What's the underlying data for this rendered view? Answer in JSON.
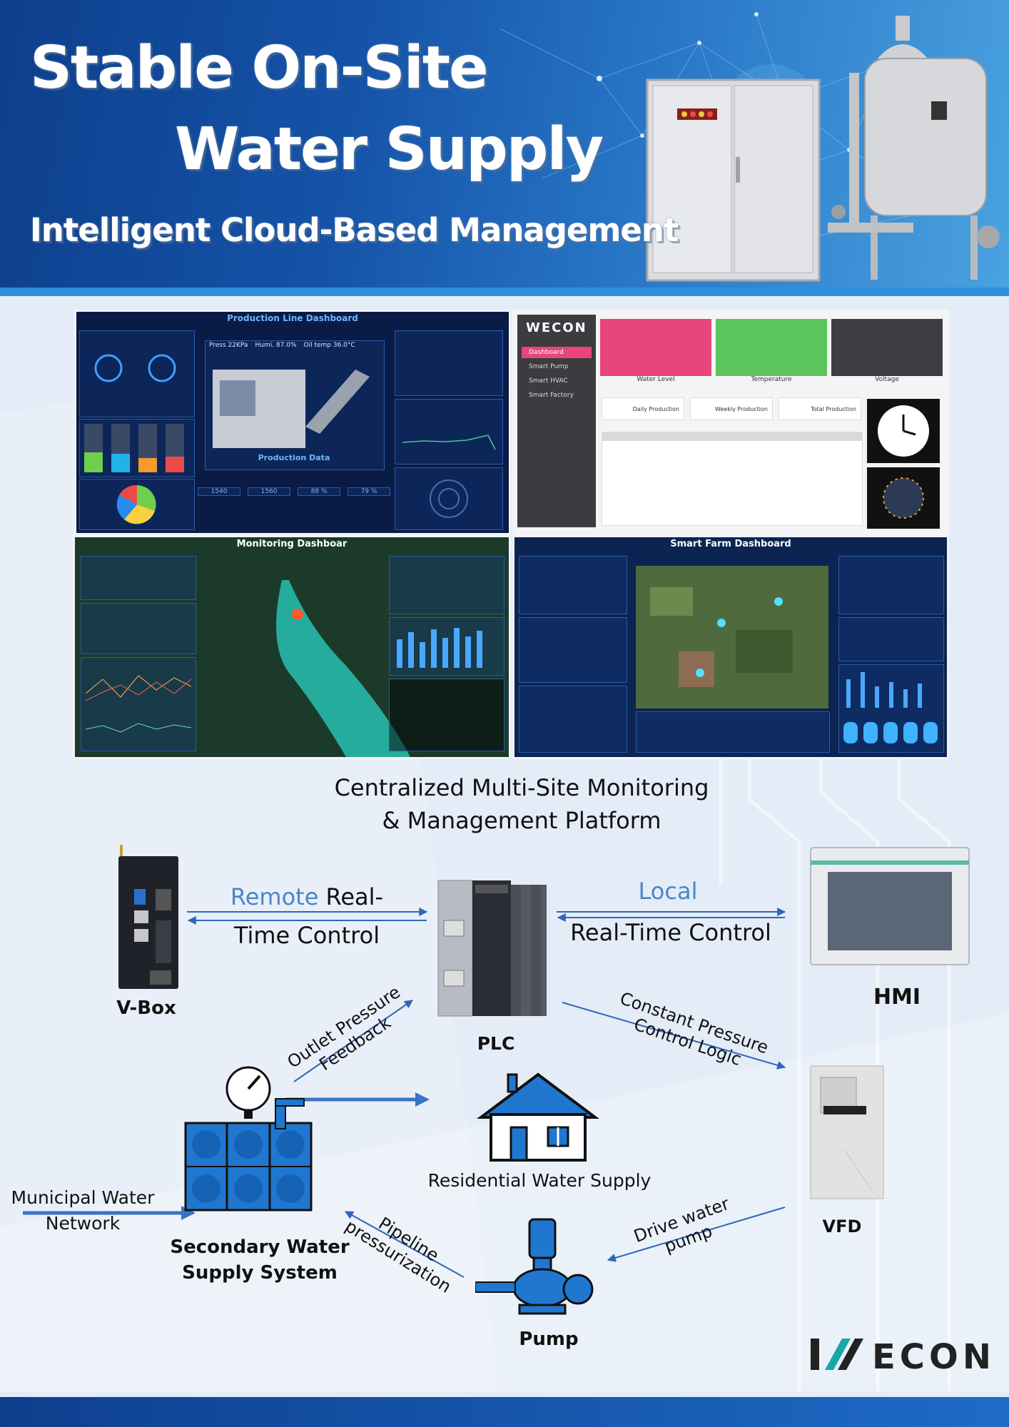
{
  "header": {
    "title_line1": "Stable On-Site",
    "title_line2": "Water Supply",
    "subtitle": "Intelligent Cloud-Based Management"
  },
  "dashboards": {
    "production": {
      "title": "Production Line Dashboard",
      "stats": [
        "Press 22KPa",
        "Humi. 87.0%",
        "Oil temp 36.0°C"
      ],
      "center_label": "Production Data",
      "values": [
        "1540",
        "1560",
        "88 %",
        "79 %"
      ]
    },
    "wecon": {
      "brand": "WECON",
      "menu": [
        "Dashboard",
        "Smart Pump",
        "Smart HVAC",
        "Smart Factory"
      ],
      "tiles": [
        "Water Level",
        "Temperature",
        "Voltage"
      ],
      "buttons": [
        "Daily Production",
        "Weekly Production",
        "Total Production"
      ]
    },
    "monitoring": {
      "title": "Monitoring Dashboar"
    },
    "farm": {
      "title": "Smart Farm Dashboard"
    }
  },
  "platform_caption": {
    "line1": "Centralized Multi-Site Monitoring",
    "line2": "& Management Platform"
  },
  "diagram": {
    "vbox": "V-Box",
    "plc": "PLC",
    "hmi": "HMI",
    "vfd": "VFD",
    "pump": "Pump",
    "secondary_line1": "Secondary Water",
    "secondary_line2": "Supply System",
    "residential": "Residential Water Supply",
    "municipal_line1": "Municipal Water",
    "municipal_line2": "Network",
    "remote_word": "Remote",
    "remote_rest": " Real-",
    "remote_line2": "Time Control",
    "local_word": "Local",
    "local_line2": "Real-Time Control",
    "outlet_line1": "Outlet Pressure",
    "outlet_line2": "Feedback",
    "constant_line1": "Constant Pressure",
    "constant_line2": "Control Logic",
    "pipeline_line1": "Pipeline",
    "pipeline_line2": "pressurization",
    "drive_line1": "Drive water",
    "drive_line2": "pump"
  },
  "brand_logo": "WECON",
  "colors": {
    "header_blue": "#1553a8",
    "arrow_blue": "#2f66b8",
    "icon_blue": "#1f77d0",
    "label_blue": "#4a86c8"
  }
}
